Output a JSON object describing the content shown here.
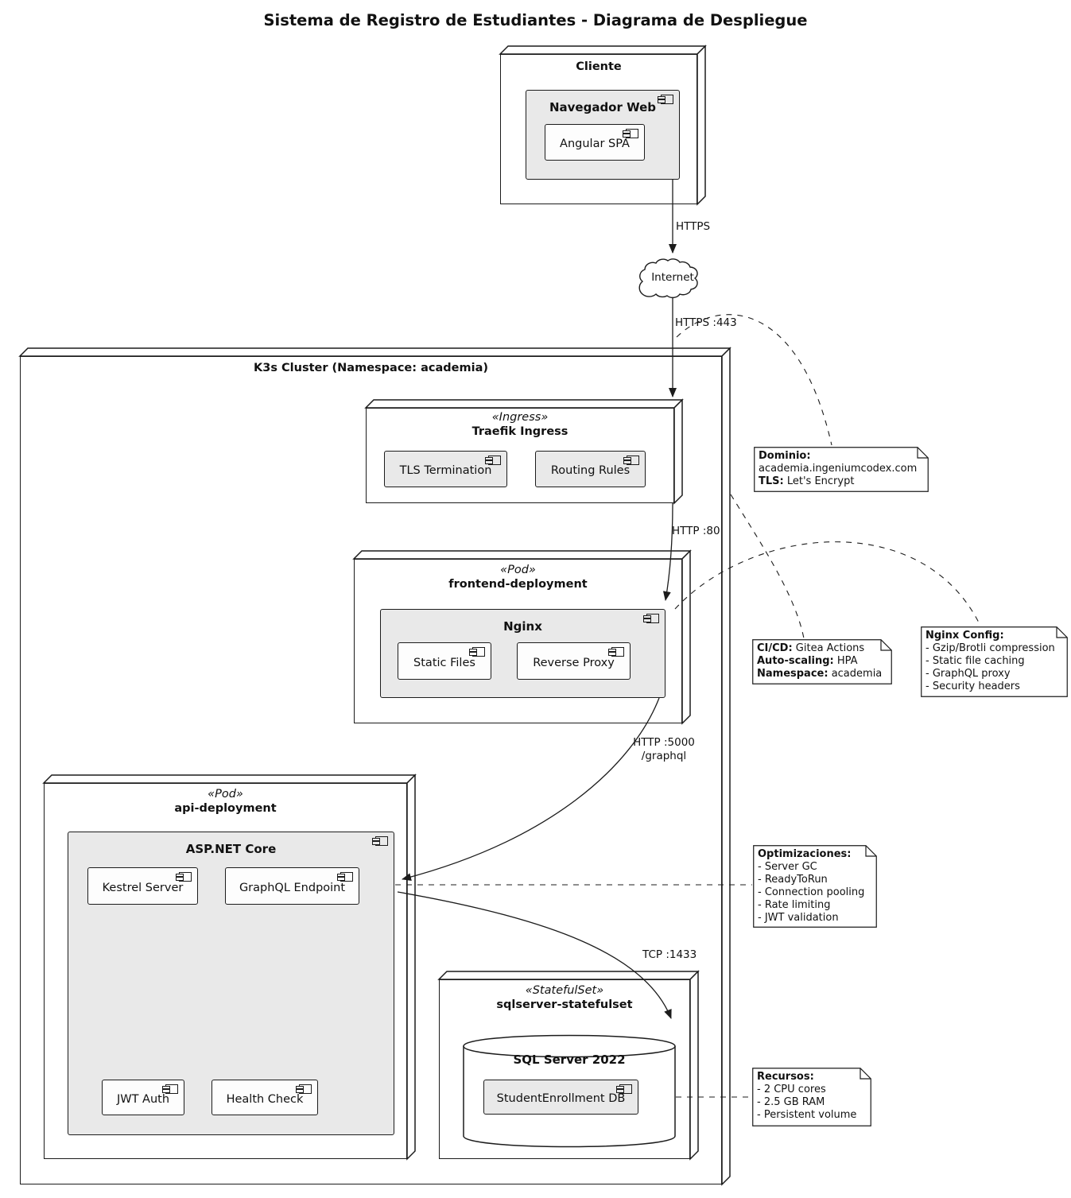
{
  "title": "Sistema de Registro de Estudiantes - Diagrama de Despliegue",
  "colors": {
    "stroke": "#1c1c1c",
    "component_fill": "#e9e9e9",
    "inner_component_fill": "#fdfdfd",
    "background": "#ffffff"
  },
  "icons": {
    "component": "uml-component-icon"
  },
  "nodes": {
    "cliente": {
      "title": "Cliente"
    },
    "navegador": {
      "title": "Navegador Web"
    },
    "angular": {
      "label": "Angular SPA"
    },
    "cloud": {
      "label": "Internet"
    },
    "cluster": {
      "title": "K3s Cluster (Namespace: academia)"
    },
    "traefik": {
      "stereotype": "«Ingress»",
      "title": "Traefik Ingress"
    },
    "tls_termination": {
      "label": "TLS Termination"
    },
    "routing_rules": {
      "label": "Routing Rules"
    },
    "frontend": {
      "stereotype": "«Pod»",
      "title": "frontend-deployment"
    },
    "nginx": {
      "title": "Nginx"
    },
    "static_files": {
      "label": "Static Files"
    },
    "reverse_proxy": {
      "label": "Reverse Proxy"
    },
    "api": {
      "stereotype": "«Pod»",
      "title": "api-deployment"
    },
    "aspnet": {
      "title": "ASP.NET Core"
    },
    "kestrel": {
      "label": "Kestrel Server"
    },
    "graphql_endpoint": {
      "label": "GraphQL Endpoint"
    },
    "jwt_auth": {
      "label": "JWT Auth"
    },
    "health_check": {
      "label": "Health Check"
    },
    "sql_node": {
      "stereotype": "«StatefulSet»",
      "title": "sqlserver-statefulset"
    },
    "sqlserver": {
      "title": "SQL Server 2022"
    },
    "studentdb": {
      "label": "StudentEnrollment DB"
    }
  },
  "edges": {
    "https": {
      "label": "HTTPS"
    },
    "https443": {
      "label": "HTTPS :443"
    },
    "http80": {
      "label": "HTTP :80"
    },
    "http5000": {
      "label": "HTTP :5000",
      "label2": "/graphql"
    },
    "tcp1433": {
      "label": "TCP :1433"
    }
  },
  "notes": {
    "dominio": {
      "lines": [
        {
          "b": "Dominio:",
          "t": ""
        },
        {
          "b": "",
          "t": "academia.ingeniumcodex.com"
        },
        {
          "b": "TLS:",
          "t": " Let's Encrypt"
        }
      ]
    },
    "cicd": {
      "lines": [
        {
          "b": "CI/CD:",
          "t": " Gitea Actions"
        },
        {
          "b": "Auto-scaling:",
          "t": " HPA"
        },
        {
          "b": "Namespace:",
          "t": " academia"
        }
      ]
    },
    "nginx_config": {
      "lines": [
        {
          "b": "Nginx Config:",
          "t": ""
        },
        {
          "b": "",
          "t": "- Gzip/Brotli compression"
        },
        {
          "b": "",
          "t": "- Static file caching"
        },
        {
          "b": "",
          "t": "- GraphQL proxy"
        },
        {
          "b": "",
          "t": "- Security headers"
        }
      ]
    },
    "optimizaciones": {
      "lines": [
        {
          "b": "Optimizaciones:",
          "t": ""
        },
        {
          "b": "",
          "t": "- Server GC"
        },
        {
          "b": "",
          "t": "- ReadyToRun"
        },
        {
          "b": "",
          "t": "- Connection pooling"
        },
        {
          "b": "",
          "t": "- Rate limiting"
        },
        {
          "b": "",
          "t": "- JWT validation"
        }
      ]
    },
    "recursos": {
      "lines": [
        {
          "b": "Recursos:",
          "t": ""
        },
        {
          "b": "",
          "t": "- 2 CPU cores"
        },
        {
          "b": "",
          "t": "- 2.5 GB RAM"
        },
        {
          "b": "",
          "t": "- Persistent volume"
        }
      ]
    }
  }
}
